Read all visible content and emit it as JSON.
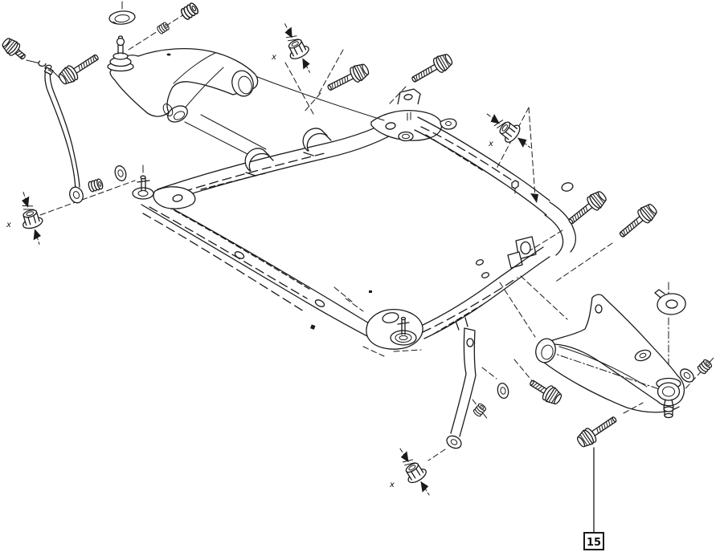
{
  "callout": {
    "part_number": "15"
  },
  "torque_marks": {
    "top_middle": "x",
    "top_right": "x",
    "left": "x",
    "bottom": "x"
  },
  "colors": {
    "line": "#1a1a1a",
    "background": "#ffffff"
  }
}
